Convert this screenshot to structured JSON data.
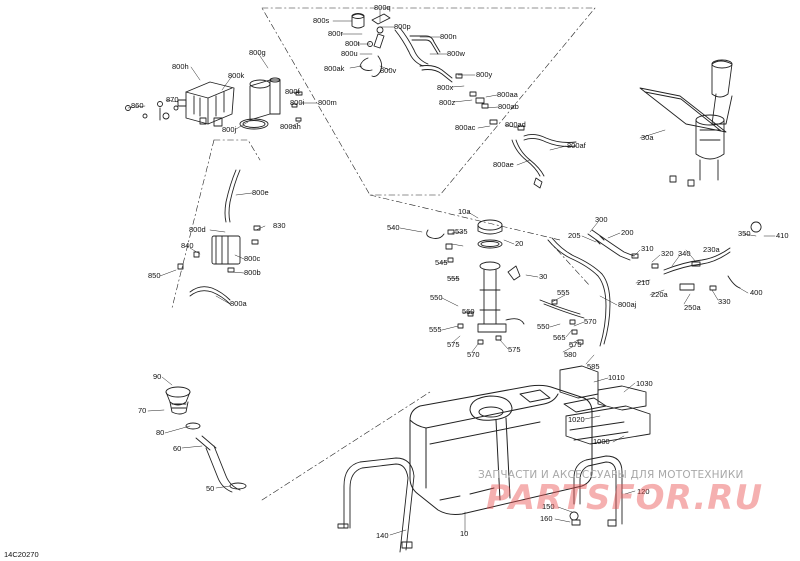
{
  "diagram": {
    "catalog_code": "14C20270",
    "callouts": {
      "c_800s": "800s",
      "c_800q": "800q",
      "c_800r": "800r",
      "c_800p": "800p",
      "c_800t": "800t",
      "c_800n": "800n",
      "c_800u": "800u",
      "c_800w": "800w",
      "c_800ak": "800ak",
      "c_800v": "800v",
      "c_800g": "800g",
      "c_800h": "800h",
      "c_800k": "800k",
      "c_800f": "800f",
      "c_800i": "800i",
      "c_800m": "800m",
      "c_800j": "800j",
      "c_800ah": "800ah",
      "c_860": "860",
      "c_870": "870",
      "c_800y": "800y",
      "c_800x": "800x",
      "c_800z": "800z",
      "c_800aa": "800aa",
      "c_800ab": "800ab",
      "c_800ac": "800ac",
      "c_800ad": "800ad",
      "c_800af": "800af",
      "c_800ae": "800ae",
      "c_30a": "30a",
      "c_800e": "800e",
      "c_800d": "800d",
      "c_830": "830",
      "c_840": "840",
      "c_800c": "800c",
      "c_800b": "800b",
      "c_850": "850",
      "c_800a": "800a",
      "c_10a": "10a",
      "c_540": "540",
      "c_535": "535",
      "c_20": "20",
      "c_545": "545",
      "c_555a": "555",
      "c_30": "30",
      "c_300": "300",
      "c_205": "205",
      "c_200": "200",
      "c_310": "310",
      "c_320": "320",
      "c_340": "340",
      "c_230a": "230a",
      "c_350": "350",
      "c_410": "410",
      "c_210": "210",
      "c_220a": "220a",
      "c_250a": "250a",
      "c_330": "330",
      "c_400": "400",
      "c_800aj": "800aj",
      "c_550": "550",
      "c_560": "560",
      "c_555b": "555",
      "c_575a": "575",
      "c_570a": "570",
      "c_575b": "575",
      "c_555c": "555",
      "c_550b": "550",
      "c_565": "565",
      "c_570b": "570",
      "c_575c": "575",
      "c_580": "580",
      "c_585": "585",
      "c_1010": "1010",
      "c_1030": "1030",
      "c_90": "90",
      "c_70": "70",
      "c_80": "80",
      "c_60": "60",
      "c_50": "50",
      "c_1020": "1020",
      "c_1000": "1000",
      "c_120": "120",
      "c_150": "150",
      "c_160": "160",
      "c_140": "140",
      "c_10": "10"
    }
  },
  "watermark": {
    "caption": "ЗАПЧАСТИ И АКСЕССУАРЫ ДЛЯ МОТОТЕХНИКИ",
    "logo": "PARTSFOR.RU"
  },
  "colors": {
    "line": "#222222",
    "watermark_red": "#e85050",
    "watermark_grey": "#a8a8a8"
  }
}
